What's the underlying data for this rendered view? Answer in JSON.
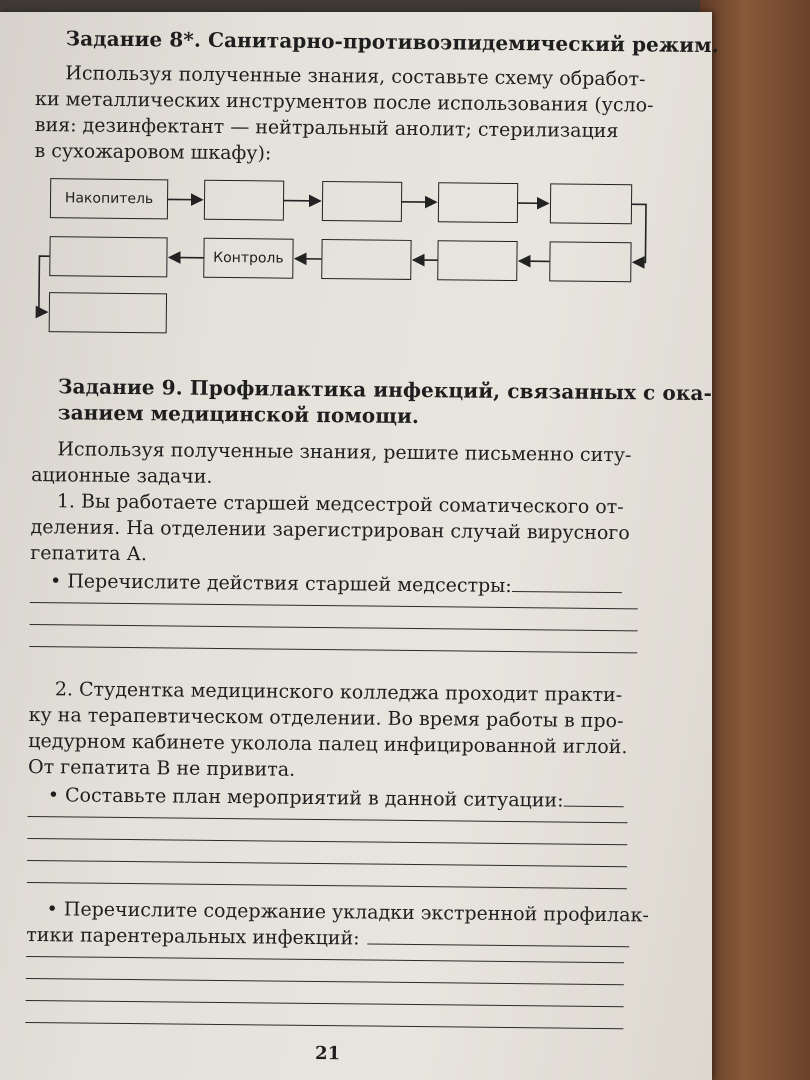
{
  "task8": {
    "title": "Задание  8*. Санитарно-противоэпидемический режим.",
    "text_lines": [
      "Используя полученные знания, составьте схему обработ-",
      "ки металлических инструментов после использования (усло-",
      "вия: дезинфектант — нейтральный анолит; стерилизация",
      "в сухожаровом шкафу):"
    ],
    "scheme": {
      "start_box": "Накопитель",
      "control_box": "Контроль"
    }
  },
  "task9": {
    "title_lines": [
      "Задание 9. Профилактика инфекций, связанных с ока-",
      "занием медицинской помощи."
    ],
    "intro_lines": [
      "Используя полученные знания, решите письменно ситу-",
      "ационные задачи."
    ],
    "case1_lines": [
      "1. Вы работаете старшей медсестрой соматического от-",
      "деления. На отделении зарегистрирован случай вирусного",
      "гепатита А."
    ],
    "q1": "• Перечислите действия старшей медсестры:",
    "case2_lines": [
      "2. Студентка медицинского колледжа проходит практи-",
      "ку на терапевтическом отделении. Во время работы в про-",
      "цедурном кабинете уколола палец  инфицированной иглой.",
      "От гепатита В не привита."
    ],
    "q2": "• Составьте план мероприятий в данной ситуации:",
    "q3_lines": [
      "• Перечислите содержание укладки экстренной профилак-",
      "тики парентеральных инфекций:"
    ]
  },
  "page_number": "21"
}
